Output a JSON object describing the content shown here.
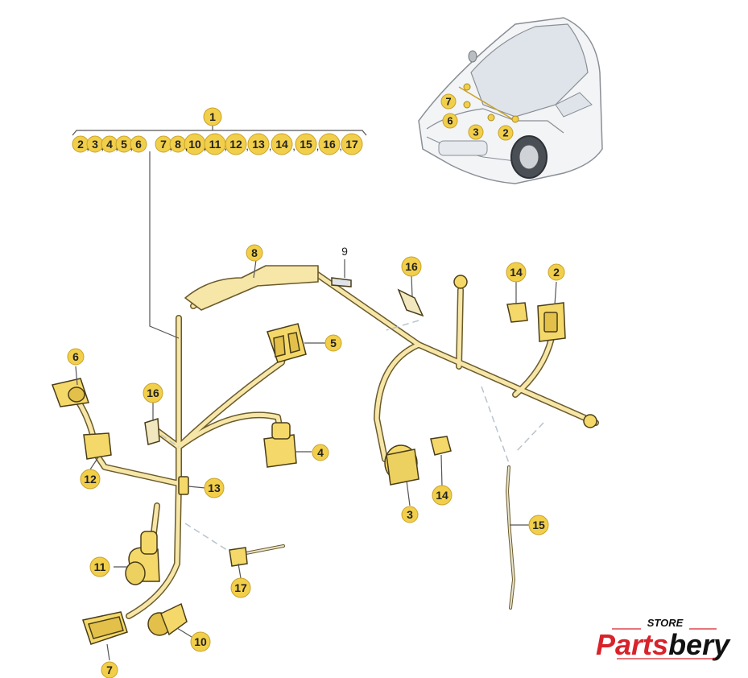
{
  "header_label": {
    "number": "1",
    "items": [
      "2",
      "3",
      "4",
      "5",
      "6",
      "7",
      "8",
      "10",
      "11",
      "12",
      "13",
      "14",
      "15",
      "16",
      "17"
    ]
  },
  "callouts": [
    {
      "id": "c9",
      "label": "9",
      "style": "plain"
    },
    {
      "id": "c8",
      "label": "8"
    },
    {
      "id": "c16a",
      "label": "16"
    },
    {
      "id": "c14a",
      "label": "14"
    },
    {
      "id": "c2",
      "label": "2"
    },
    {
      "id": "c5",
      "label": "5"
    },
    {
      "id": "c6",
      "label": "6"
    },
    {
      "id": "c16b",
      "label": "16"
    },
    {
      "id": "c4",
      "label": "4"
    },
    {
      "id": "c3",
      "label": "3"
    },
    {
      "id": "c14b",
      "label": "14"
    },
    {
      "id": "c12",
      "label": "12"
    },
    {
      "id": "c13",
      "label": "13"
    },
    {
      "id": "c15",
      "label": "15"
    },
    {
      "id": "c11",
      "label": "11"
    },
    {
      "id": "c17",
      "label": "17"
    },
    {
      "id": "c10",
      "label": "10"
    },
    {
      "id": "c7",
      "label": "7"
    }
  ],
  "car_inset_callouts": [
    "7",
    "6",
    "3",
    "2"
  ],
  "logo": {
    "top": "STORE",
    "brand_red": "Parts",
    "brand_black": "bery"
  },
  "colors": {
    "badge": "#f2cf4a",
    "badge_stroke": "#c9a22a",
    "harness": "#f6e6a8",
    "harness_outline": "#6b5a2a",
    "connector": "#f4d96a",
    "leader": "#555555",
    "dash": "#b8c4cc",
    "brand_red": "#d8232a"
  }
}
